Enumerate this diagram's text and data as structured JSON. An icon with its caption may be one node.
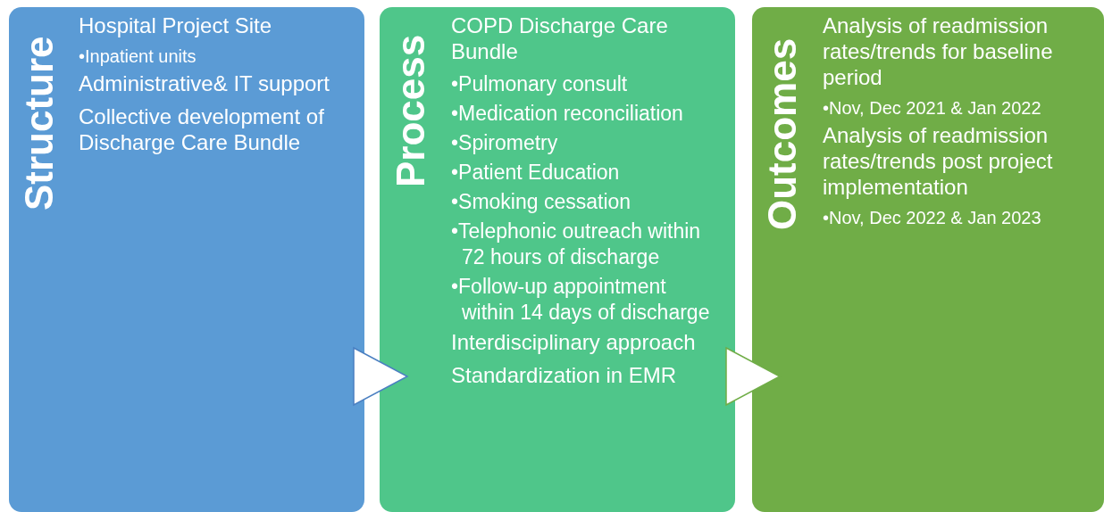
{
  "diagram": {
    "nodes": [
      {
        "text": [
          "Structure",
          "Hospital Project Site",
          "•Inpatient units",
          "Administrative& IT support",
          "Collective development of Discharge Care Bundle"
        ]
      },
      {
        "text": [
          "Process",
          "COPD Discharge Care Bundle",
          "•Pulmonary consult",
          "•Medication reconciliation",
          "•Spirometry",
          "•Patient Education",
          "•Smoking cessation",
          "•Telephonic outreach within 72 hours of discharge",
          "•Follow-up appointment within 14 days of discharge",
          "Interdisciplinary approach",
          "Standardization in EMR"
        ]
      },
      {
        "text": [
          "Outcomes",
          "Analysis of readmission rates/trends for baseline period",
          "•Nov, Dec 2021 & Jan 2022",
          "Analysis of readmission rates/trends post project implementation",
          "•Nov, Dec 2022 & Jan 2023"
        ]
      }
    ],
    "edges": [
      {
        "from": 0,
        "to": 1,
        "arrow": "to"
      },
      {
        "from": 1,
        "to": 2,
        "arrow": "to",
        "color": "#70ad47"
      }
    ]
  }
}
